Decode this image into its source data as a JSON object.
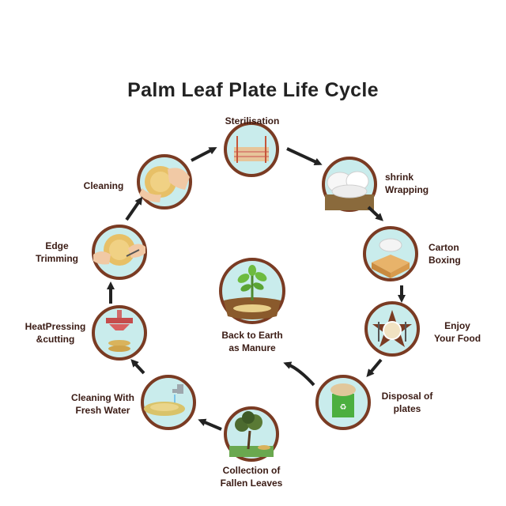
{
  "title": "Palm Leaf Plate Life Cycle",
  "stages": {
    "sterilisation": "Sterilisation",
    "shrink_wrapping": "shrink\nWrapping",
    "carton_boxing": "Carton\nBoxing",
    "enjoy_food": "Enjoy\nYour Food",
    "disposal": "Disposal of\nplates",
    "collection": "Collection of\nFallen Leaves",
    "cleaning_water": "Cleaning With\nFresh Water",
    "heat_pressing": "HeatPressing\n&cutting",
    "edge_trimming": "Edge\nTrimming",
    "cleaning": "Cleaning",
    "back_to_earth": "Back to Earth\nas Manure"
  },
  "colors": {
    "ring": "#7a3b23",
    "circle_fill": "#c9ecec",
    "arrow": "#222222",
    "label": "#3a1b14"
  }
}
